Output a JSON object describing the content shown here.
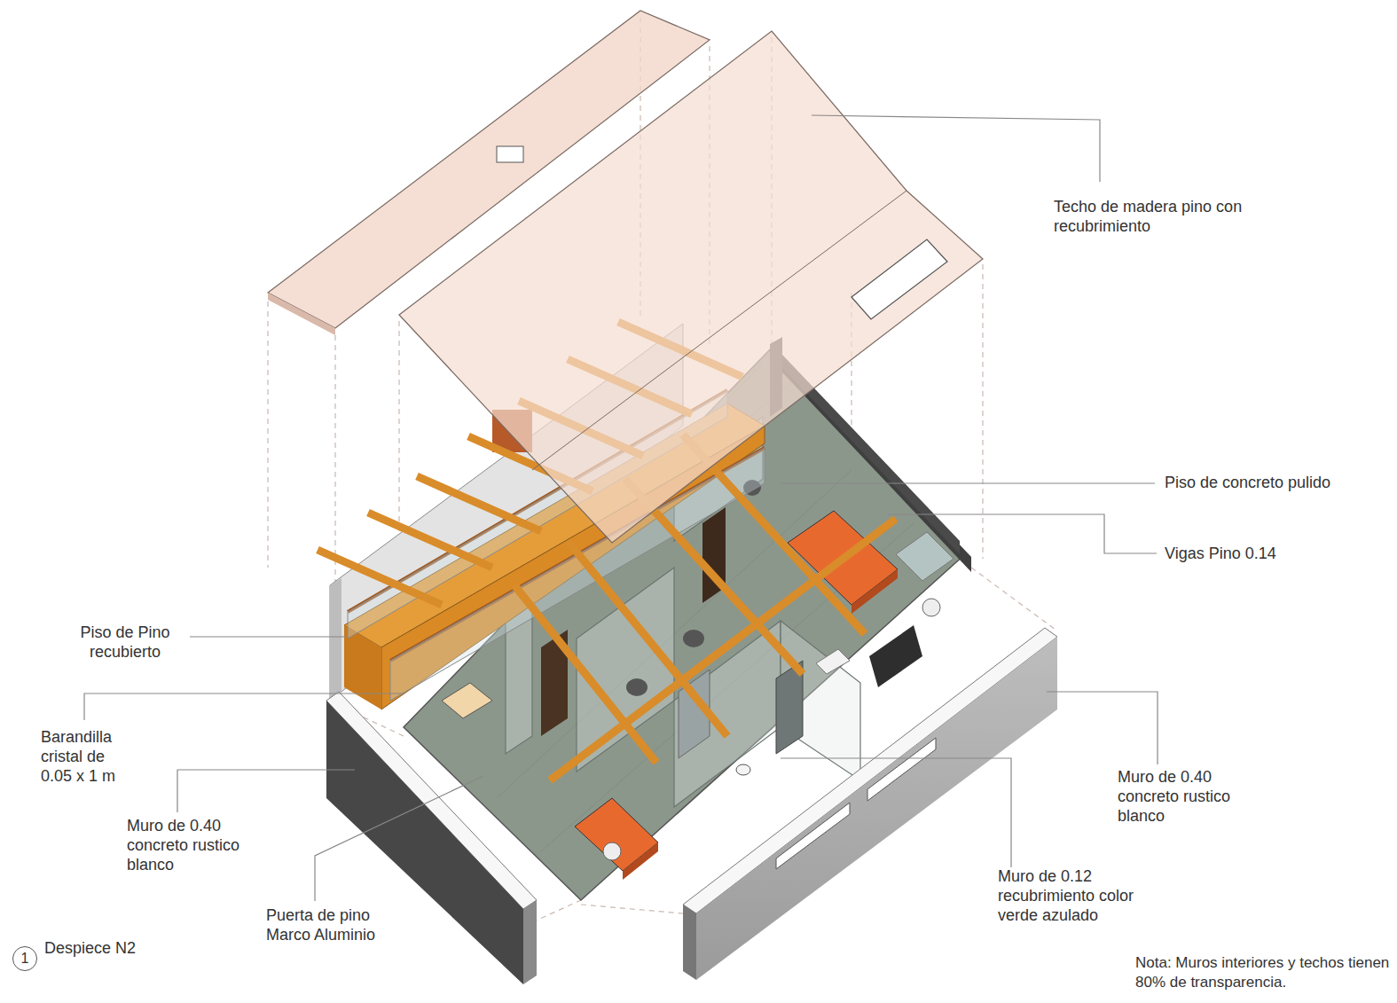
{
  "diagram": {
    "title": "Despiece N2",
    "nodes": [
      {
        "text": [
          "1"
        ]
      }
    ],
    "labels": [
      "Techo de madera pino con recubrimiento",
      "Piso de concreto pulido",
      "Vigas Pino 0.14",
      "Piso de Pino recubierto",
      "Barandilla cristal de 0.05 x 1 m",
      "Muro de 0.40 concreto rustico blanco",
      "Muro de 0.40 concreto rustico blanco",
      "Puerta de pino Marco Aluminio",
      "Muro de 0.12 recubrimiento color verde azulado",
      "Nota: Muros interiores y techos tienen 80% de transparencia."
    ]
  }
}
